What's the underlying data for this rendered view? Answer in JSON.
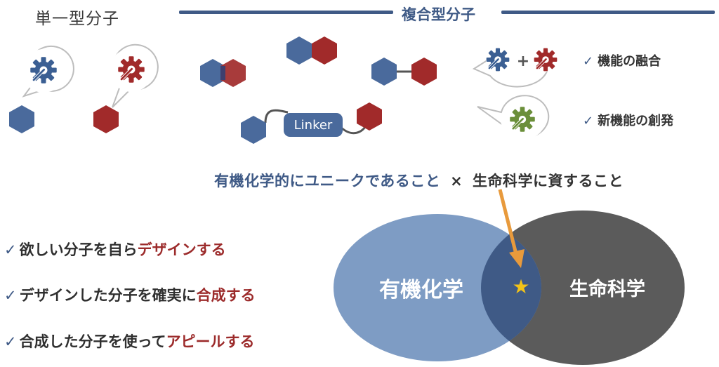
{
  "single_molecule": {
    "title": "単一型分子"
  },
  "compound_molecule": {
    "title": "複合型分子",
    "linker_label": "Linker",
    "features": [
      {
        "check": "✓",
        "text": "機能の融合"
      },
      {
        "check": "✓",
        "text": "新機能の創発"
      }
    ],
    "fusion_plus": "+"
  },
  "headline": {
    "part1": "有機化学的にユニークであること",
    "times": "×",
    "part2": "生命科学に資すること"
  },
  "bullets": [
    {
      "check": "✓",
      "text": "欲しい分子を自ら",
      "accent": "デザインする"
    },
    {
      "check": "✓",
      "text": "デザインした分子を確実に",
      "accent": "合成する"
    },
    {
      "check": "✓",
      "text": "合成した分子を使って",
      "accent": "アピールする"
    }
  ],
  "venn": {
    "left_label": "有機化学",
    "right_label": "生命科学",
    "star": "★"
  },
  "colors": {
    "blue": "#4a6a9c",
    "red": "#a12a2a",
    "green": "#6b8f3a",
    "dark_blue_text": "#3f5a86",
    "accent_red": "#9c2b2b",
    "venn_left": "#7e9cc4",
    "venn_right": "#5b5b5b",
    "arrow_orange": "#e89a3c"
  },
  "icons": [
    "gear-wrench-icon",
    "hexagon-icon",
    "check-icon",
    "star-icon",
    "arrow-icon"
  ]
}
